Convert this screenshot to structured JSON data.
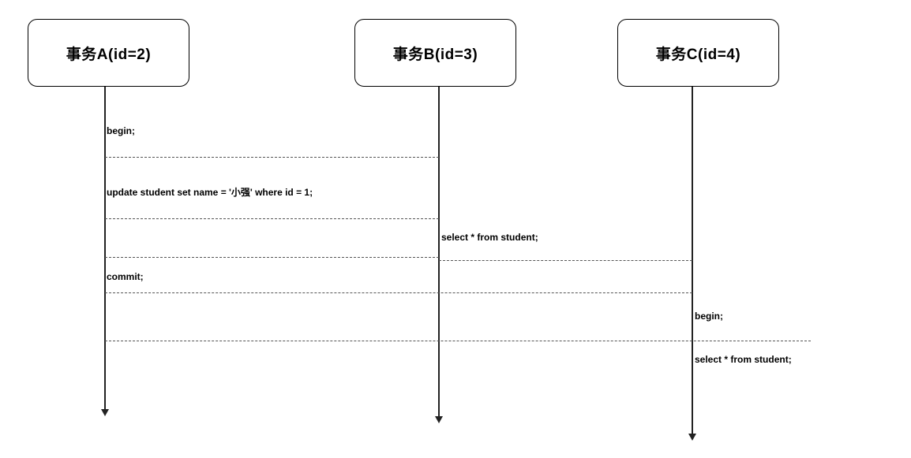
{
  "diagram": {
    "type": "sequence-timeline",
    "actors": [
      {
        "id": "A",
        "label": "事务A(id=2)"
      },
      {
        "id": "B",
        "label": "事务B(id=3)"
      },
      {
        "id": "C",
        "label": "事务C(id=4)"
      }
    ],
    "statements": [
      {
        "actor": "A",
        "text": "begin;"
      },
      {
        "actor": "A",
        "text": "update student set name = '小强' where id = 1;"
      },
      {
        "actor": "B",
        "text": "select * from student;"
      },
      {
        "actor": "A",
        "text": "commit;"
      },
      {
        "actor": "C",
        "text": "begin;"
      },
      {
        "actor": "C",
        "text": "select * from student;"
      }
    ],
    "colors": {
      "background": "#ffffff",
      "text": "#000000",
      "line": "#222222",
      "dash": "#555555",
      "box_border": "#000000"
    }
  }
}
